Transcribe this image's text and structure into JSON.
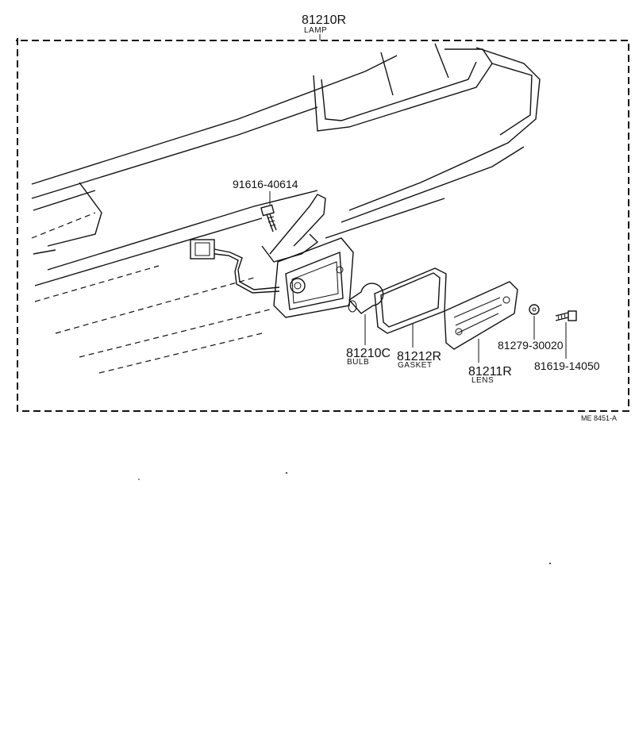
{
  "assembly": {
    "part_number": "81210R",
    "name": "LAMP"
  },
  "parts": {
    "screw": {
      "part_number": "91616-40614"
    },
    "bulb": {
      "part_number": "81210C",
      "name": "BULB"
    },
    "gasket": {
      "part_number": "81212R",
      "name": "GASKET"
    },
    "lens": {
      "part_number": "81211R",
      "name": "LENS"
    },
    "nut": {
      "part_number": "81279-30020"
    },
    "bolt": {
      "part_number": "81619-14050"
    }
  },
  "reference_code": "ME 8451-A",
  "colors": {
    "ink": "#111111",
    "background": "#ffffff"
  }
}
